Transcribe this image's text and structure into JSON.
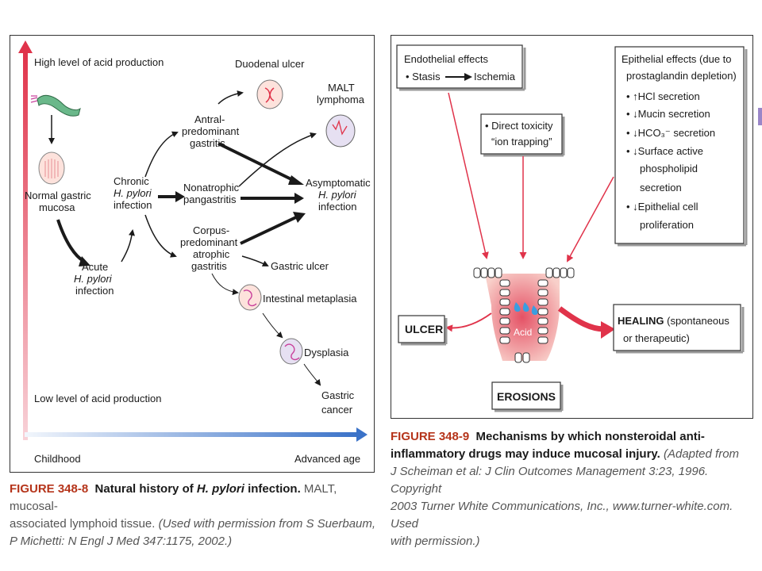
{
  "left_figure": {
    "high_acid": "High level of acid production",
    "low_acid": "Low level of acid production",
    "childhood": "Childhood",
    "advanced_age": "Advanced age",
    "normal_gastric": [
      "Normal gastric",
      "mucosa"
    ],
    "acute": [
      "Acute",
      "H. pylori",
      "infection"
    ],
    "chronic": [
      "Chronic",
      "H. pylori",
      "infection"
    ],
    "antral": [
      "Antral-",
      "predominant",
      "gastritis"
    ],
    "nonatrophic": [
      "Nonatrophic",
      "pangastritis"
    ],
    "corpus": [
      "Corpus-",
      "predominant",
      "atrophic",
      "gastritis"
    ],
    "duodenal": "Duodenal ulcer",
    "malt": [
      "MALT",
      "lymphoma"
    ],
    "asymptomatic": [
      "Asymptomatic",
      "H. pylori",
      "infection"
    ],
    "gastric_ulcer": "Gastric ulcer",
    "intestinal": "Intestinal metaplasia",
    "dysplasia": "Dysplasia",
    "gastric_cancer": [
      "Gastric",
      "cancer"
    ]
  },
  "left_caption": {
    "fig": "FIGURE 348-8",
    "title_a": "Natural history of ",
    "title_b": "H. pylori",
    "title_c": " infection.",
    "rest": " MALT, mucosal-",
    "line2a": "associated lymphoid tissue. ",
    "line2b": "(Used with permission from S Suerbaum,",
    "line3": "P Michetti: N Engl J Med 347:1175, 2002.)"
  },
  "right_figure": {
    "endothelial_title": "Endothelial effects",
    "endothelial_stasis": "• Stasis",
    "endothelial_ischemia": "Ischemia",
    "direct_toxicity": [
      "• Direct toxicity",
      "“ion trapping”"
    ],
    "epithelial": [
      "Epithelial effects (due to",
      "prostaglandin depletion)",
      "• ↑HCl secretion",
      "• ↓Mucin secretion",
      "• ↓HCO₃⁻ secretion",
      "• ↓Surface active",
      "phospholipid",
      "secretion",
      "• ↓Epithelial cell",
      "proliferation"
    ],
    "ulcer": "ULCER",
    "acid": "Acid",
    "healing_bold": "HEALING",
    "healing_rest": " (spontaneous",
    "healing_line2": "or therapeutic)",
    "erosions": "EROSIONS"
  },
  "right_caption": {
    "fig": "FIGURE 348-9",
    "title1": "Mechanisms by which nonsteroidal anti-",
    "title2": "inflammatory drugs may induce mucosal injury.",
    "line2b": " (Adapted from",
    "line3": "J Scheiman et al: J Clin Outcomes Management 3:23, 1996. Copyright",
    "line4": "2003 Turner White Communications, Inc., www.turner-white.com. Used",
    "line5": "with permission.)"
  },
  "colors": {
    "red": "#e0334a",
    "blue": "#3a72c8",
    "lavender": "#9a86c8",
    "figure_label": "#b5341a"
  }
}
